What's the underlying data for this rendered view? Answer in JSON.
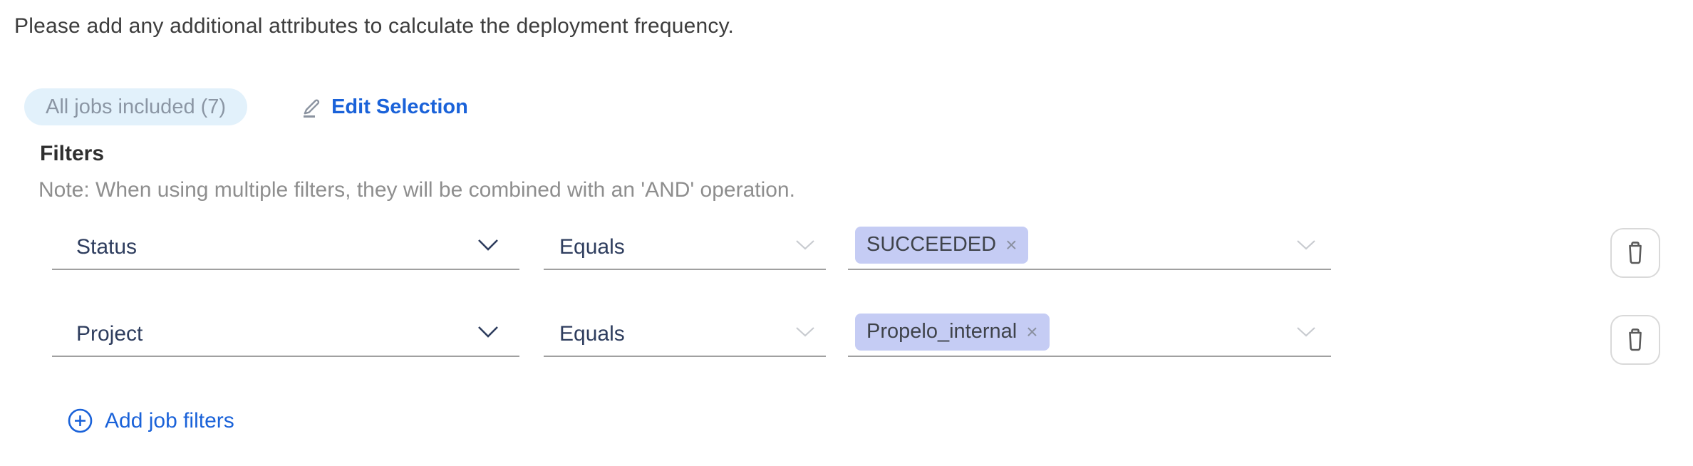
{
  "intro": "Please add any additional attributes to calculate the deployment frequency.",
  "jobs_badge": {
    "label": "All jobs included (7)"
  },
  "edit_selection": {
    "label": "Edit Selection",
    "icon": "edit-pencil-icon"
  },
  "filters": {
    "heading": "Filters",
    "note": "Note: When using multiple filters, they will be combined with an 'AND' operation.",
    "rows": [
      {
        "attribute": "Status",
        "operator": "Equals",
        "values": [
          {
            "label": "SUCCEEDED",
            "remove_glyph": "×"
          }
        ],
        "delete_icon": "trash-icon"
      },
      {
        "attribute": "Project",
        "operator": "Equals",
        "values": [
          {
            "label": "Propelo_internal",
            "remove_glyph": "×"
          }
        ],
        "delete_icon": "trash-icon"
      }
    ],
    "add_button": {
      "label": "Add job filters",
      "icon": "plus-circle-icon"
    }
  },
  "colors": {
    "accent_blue": "#1a62d9",
    "pill_background": "#e2f1fb",
    "pill_text": "#8b96a4",
    "tag_background": "#c5ccf4",
    "tag_text": "#3f434a",
    "select_text": "#2e3d5e",
    "underline": "#a0a0a0",
    "note_text": "#8e8e8e",
    "trash_border": "#d9d9d9"
  }
}
